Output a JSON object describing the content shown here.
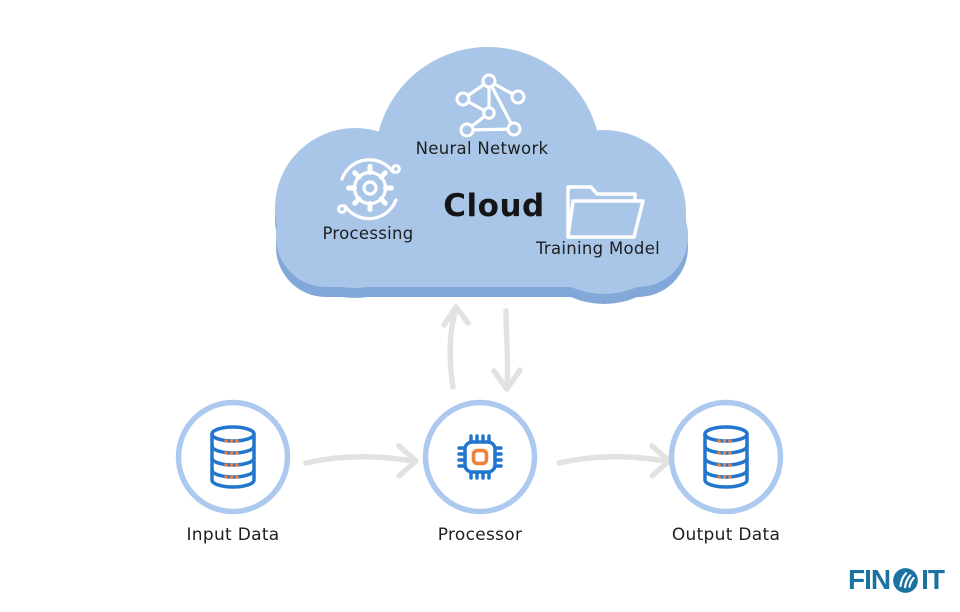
{
  "colors": {
    "background": "#ffffff",
    "cloud_fill": "#a9c6e8",
    "cloud_shadow": "#81a8d8",
    "icon_stroke_white": "#ffffff",
    "node_ring": "#adc9ef",
    "icon_blue": "#2277cc",
    "icon_orange": "#f0813c",
    "arrow_gray": "#e2e2e2",
    "text_dark": "#1e1e1e",
    "logo_blue": "#1b72a1"
  },
  "cloud": {
    "title": "Cloud",
    "items": [
      {
        "label": "Neural Network",
        "icon": "neural-network-icon"
      },
      {
        "label": "Processing",
        "icon": "processing-icon"
      },
      {
        "label": "Training Model",
        "icon": "training-model-icon"
      }
    ]
  },
  "pipeline": {
    "nodes": [
      {
        "label": "Input Data",
        "icon": "database-icon"
      },
      {
        "label": "Processor",
        "icon": "chip-icon"
      },
      {
        "label": "Output Data",
        "icon": "database-icon"
      }
    ]
  },
  "logo": {
    "left": "FIN",
    "right": "IT"
  }
}
